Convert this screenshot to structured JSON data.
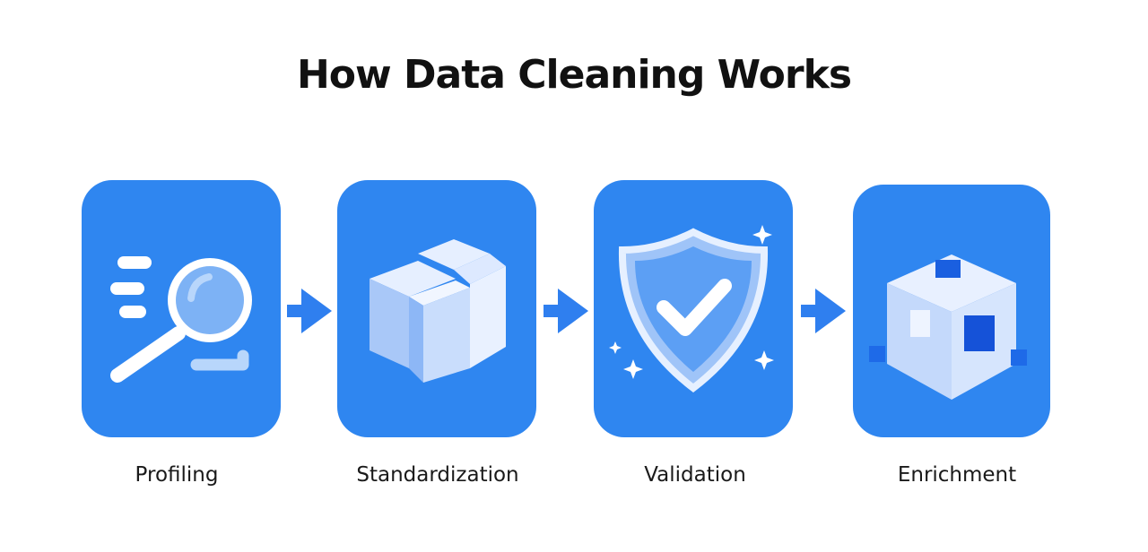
{
  "title": "How Data Cleaning Works",
  "steps": [
    {
      "label": "Profiling",
      "icon": "magnifier-icon"
    },
    {
      "label": "Standardization",
      "icon": "blocks-icon"
    },
    {
      "label": "Validation",
      "icon": "shield-check-icon"
    },
    {
      "label": "Enrichment",
      "icon": "cube-icon"
    }
  ],
  "colors": {
    "card": "#2F86F0",
    "arrow": "#2F7FEF"
  }
}
